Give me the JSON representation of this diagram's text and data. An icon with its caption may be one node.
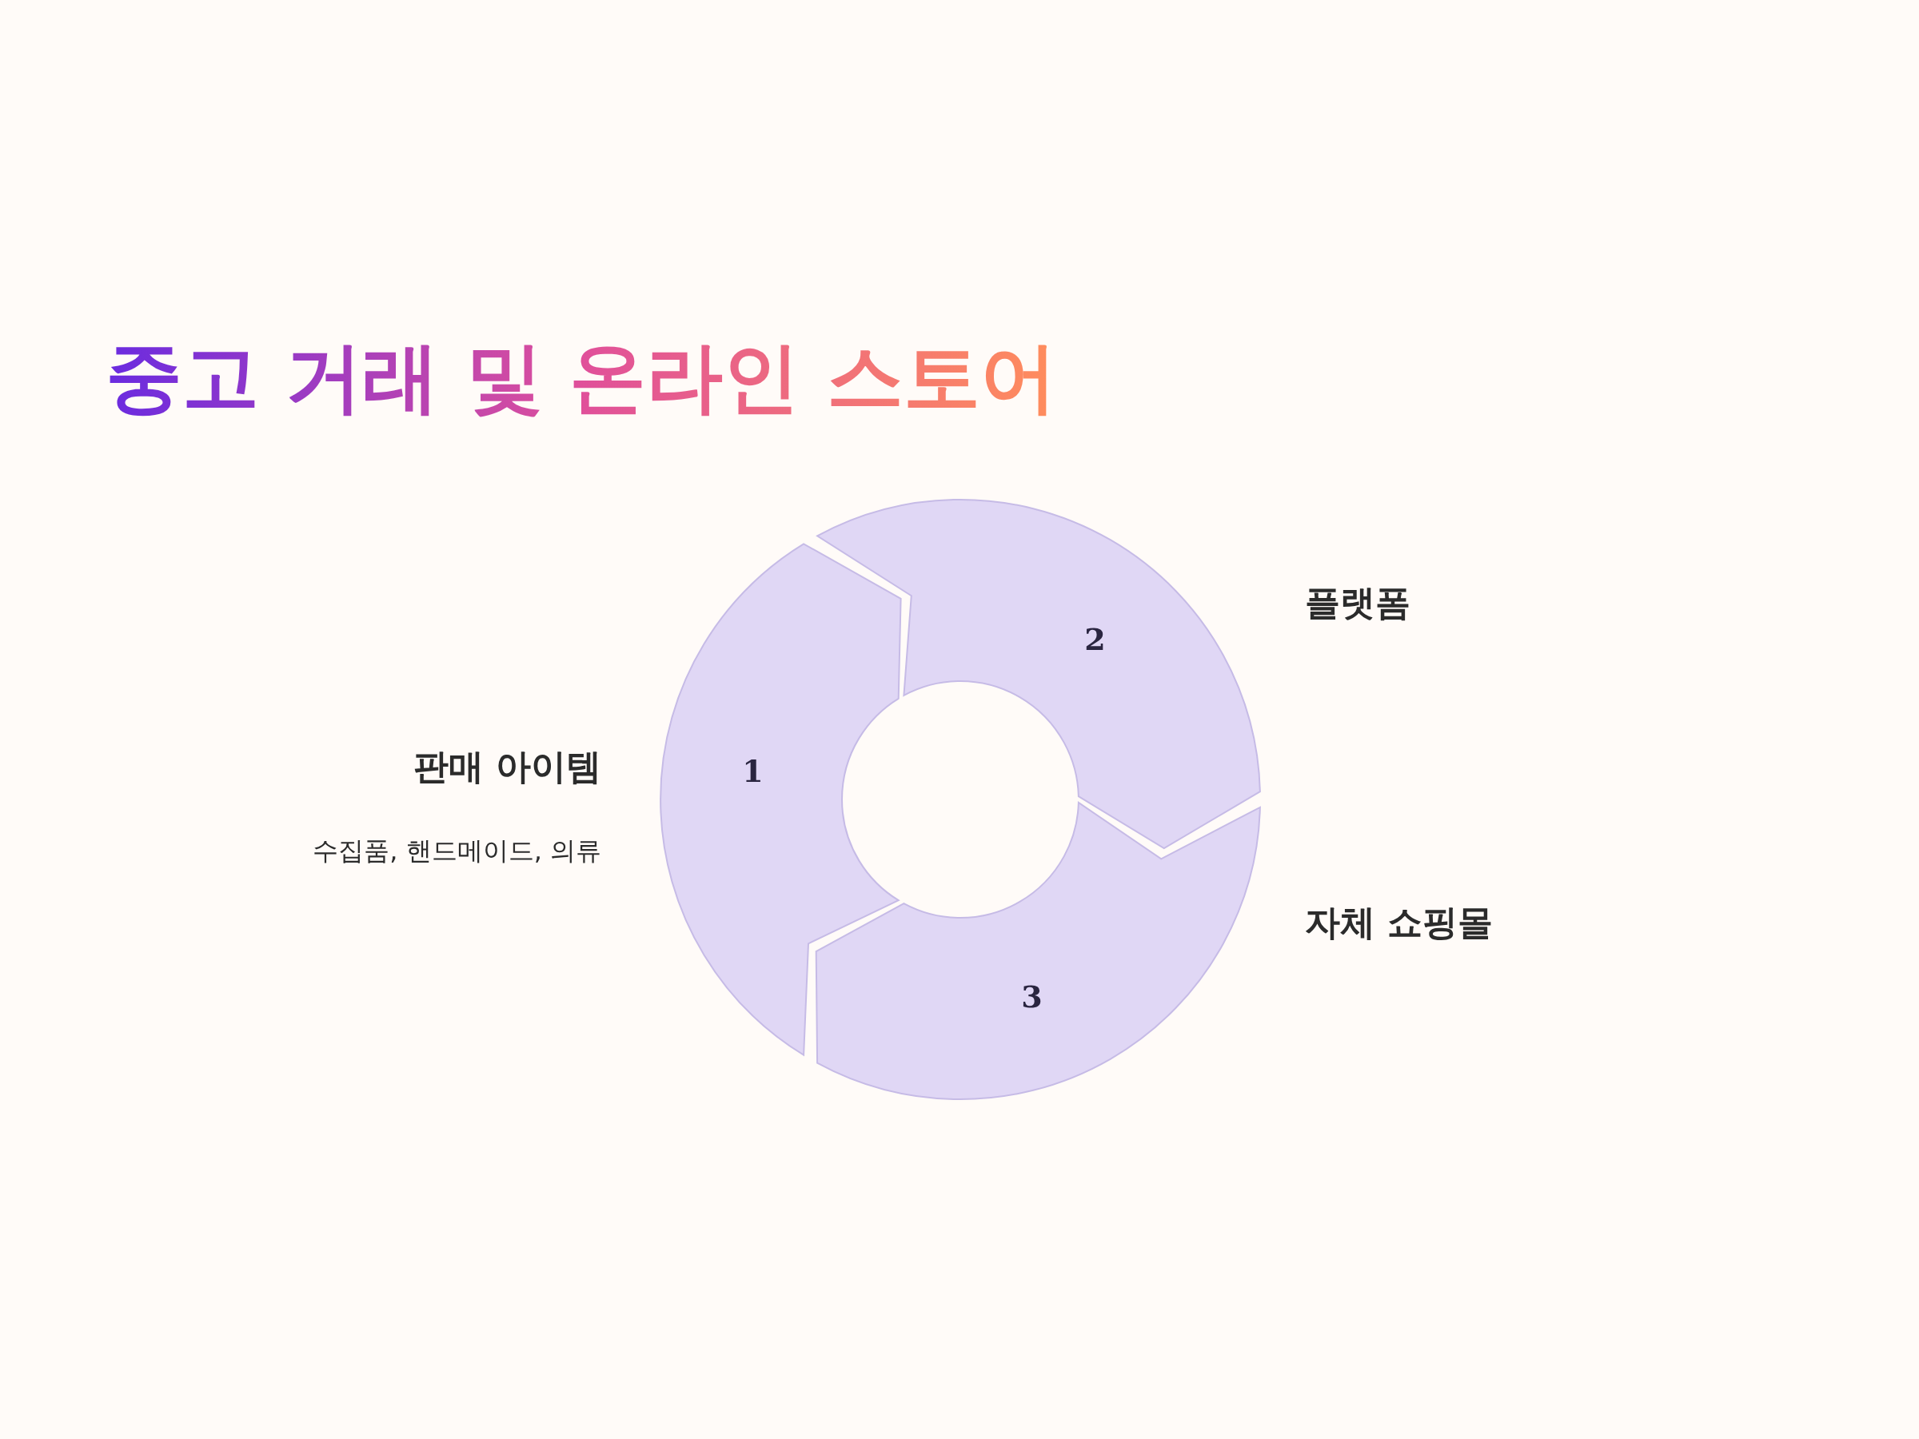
{
  "diagram": {
    "title": "중고 거래 및 온라인 스토어",
    "nodes": [
      {
        "text": [
          "1"
        ],
        "beside": [
          "판매 아이템",
          "수집품, 핸드메이드, 의류"
        ]
      },
      {
        "text": [
          "2"
        ],
        "beside": [
          "플랫폼"
        ]
      },
      {
        "text": [
          "3"
        ],
        "beside": [
          "자체 쇼핑몰"
        ]
      }
    ],
    "edges": []
  }
}
